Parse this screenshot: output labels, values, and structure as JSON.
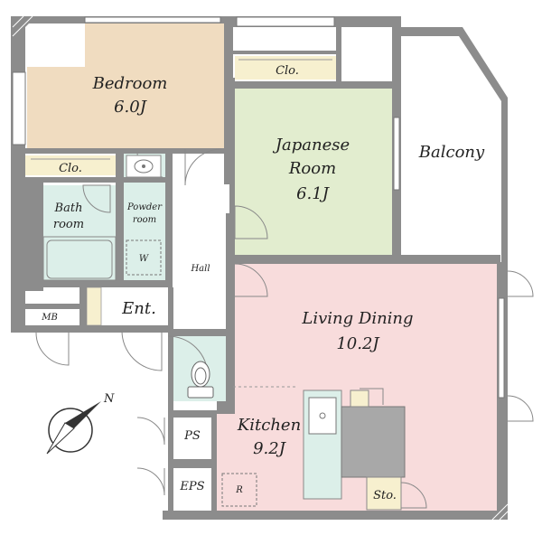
{
  "rooms": {
    "bedroom": {
      "name": "Bedroom",
      "area": "6.0J"
    },
    "japanese": {
      "name_line1": "Japanese",
      "name_line2": "Room",
      "area": "6.1J"
    },
    "balcony": {
      "name": "Balcony"
    },
    "living": {
      "name": "Living Dining",
      "area": "10.2J"
    },
    "kitchen": {
      "name": "Kitchen",
      "area": "9.2J"
    },
    "bath": {
      "name_line1": "Bath",
      "name_line2": "room"
    },
    "powder": {
      "name_line1": "Powder",
      "name_line2": "room"
    }
  },
  "labels": {
    "closet_bedroom": "Clo.",
    "closet_japanese": "Clo.",
    "washer": "W",
    "hall": "Hall",
    "entrance": "Ent.",
    "mb": "MB",
    "ps": "PS",
    "eps": "EPS",
    "refrigerator": "R",
    "storage": "Sto.",
    "north": "N"
  },
  "colors": {
    "wall": "#8c8c8c",
    "bedroom": "#f0dcc0",
    "japanese": "#e2edcf",
    "living": "#f8dcdc",
    "wet": "#dcefe9",
    "closet": "#f7f0cf",
    "counter": "#a8a8a8"
  }
}
